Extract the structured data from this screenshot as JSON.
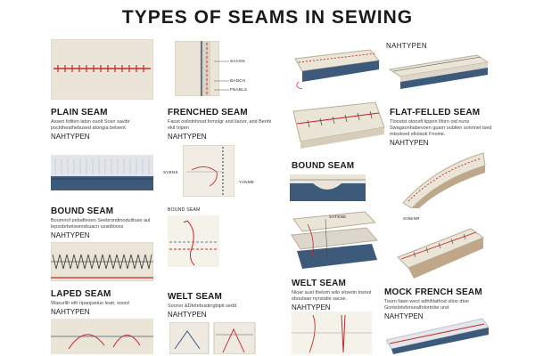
{
  "title": "TYPES OF SEAMS IN SEWING",
  "seams": [
    {
      "id": "plain",
      "title": "PLAIN SEAM",
      "desc": "Asseri fofiten latsn ouolt Sosn savibr pocktheathebused atongia belsent",
      "tag": "NAHTYPEN"
    },
    {
      "id": "frenched",
      "title": "FRENCHED SEAM",
      "desc": "Faost ovilotnhnsd fomolgr and liaoor, and Benhi ekit tripen",
      "tag": "NAHTYPEN"
    },
    {
      "id": "bound-left",
      "title": "BOUND SEAM",
      "desc": "Boumnof pebaftesen Seebrondinodulituse aul lepsobrbelswinsbuacn ussidlooss",
      "tag": "NAHTYPEN"
    },
    {
      "id": "laped",
      "title": "LAPED SEAM",
      "desc": "Wasurillr eth ripanjuetuo leatr, soord",
      "tag": "NAHTYPEN"
    },
    {
      "id": "welt-left",
      "title": "WELT SEAM",
      "desc": "Soonsr &Dtotebustingbipit sedd",
      "tag": "NAHTYPEN"
    },
    {
      "id": "flat-felled",
      "title": "FLAT-FELLED SEAM",
      "desc": "Tloostst otonsft lippon liforn oid nuns Swagsonhabevoen guam oublien sonnnet tsed mtsoloed ellolaok Fnoine.",
      "tag": "NAHTYPEN"
    },
    {
      "id": "bound-right",
      "title": "BOUND SEAM",
      "desc": "",
      "tag": ""
    },
    {
      "id": "welt-right",
      "title": "WELT SEAM",
      "desc": "Nioar aust thelom wilo slrseitn tosnol oboulsan nyrstatle sacse.",
      "tag": "NAHTYPEN"
    },
    {
      "id": "mock-french",
      "title": "MOCK FRENCH SEAM",
      "desc": "Tourn fawn wect adhihlathod olioo dtse Gontslotvfonuralfolortnbe und",
      "tag": "NAHTYPEN"
    }
  ],
  "labels": {
    "nahtypen_top": "NAHTYPEN",
    "saasn": "SAASN",
    "banch": "BANCH",
    "fnabls": "FNABLS",
    "svens": "SVENS",
    "yanme": "YANME",
    "bound_seam_small": "BOUND SEAM",
    "satene": "SATENE",
    "sinenr": "SINENR"
  },
  "colors": {
    "fabric": "#ebe5d8",
    "stitch": "#c1292e",
    "denim": "#3d5a7a",
    "tan": "#bfa88a"
  }
}
